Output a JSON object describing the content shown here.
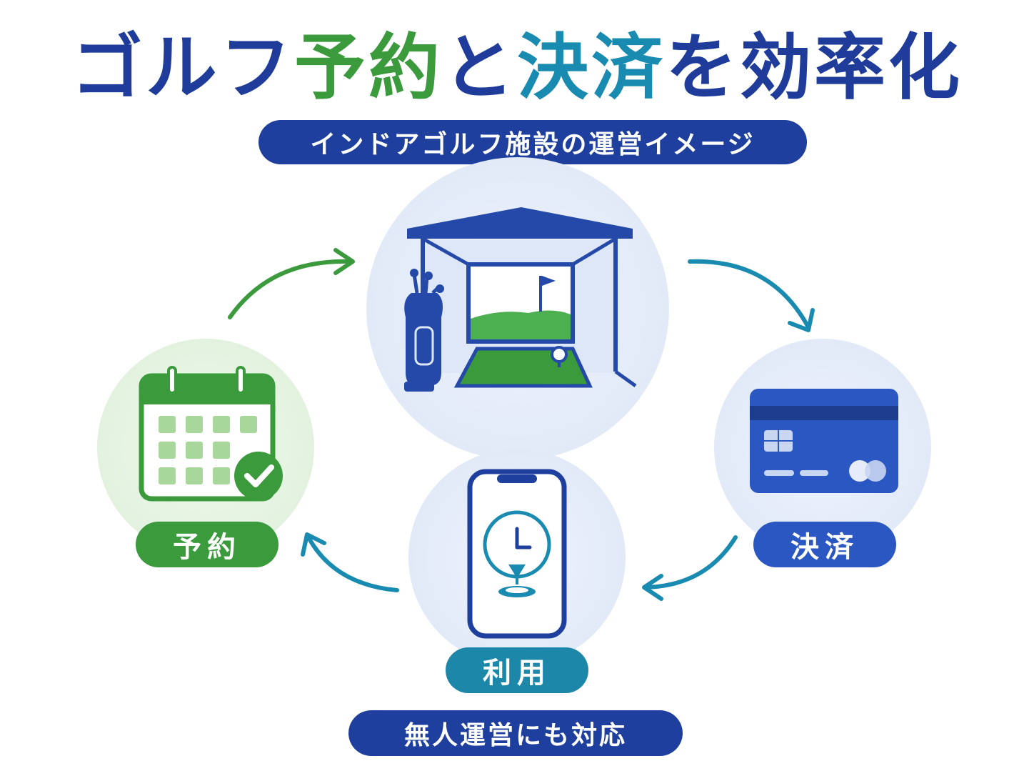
{
  "title": {
    "part1": "ゴルフ",
    "part2": "予約",
    "part3": "と",
    "part4": "決済",
    "part5": "を効率化"
  },
  "subtitle": "インドアゴルフ施設の運営イメージ",
  "steps": {
    "reservation": {
      "label": "予約",
      "icon": "calendar-check-icon"
    },
    "facility": {
      "icon": "indoor-golf-booth-icon"
    },
    "payment": {
      "label": "決済",
      "icon": "credit-card-icon"
    },
    "usage": {
      "label": "利用",
      "icon": "smartphone-clock-tee-icon"
    }
  },
  "note": "無人運営にも対応",
  "colors": {
    "navy": "#1f3c9a",
    "green": "#3a9a3c",
    "teal": "#1a8bb0",
    "blue": "#2a57c2"
  }
}
